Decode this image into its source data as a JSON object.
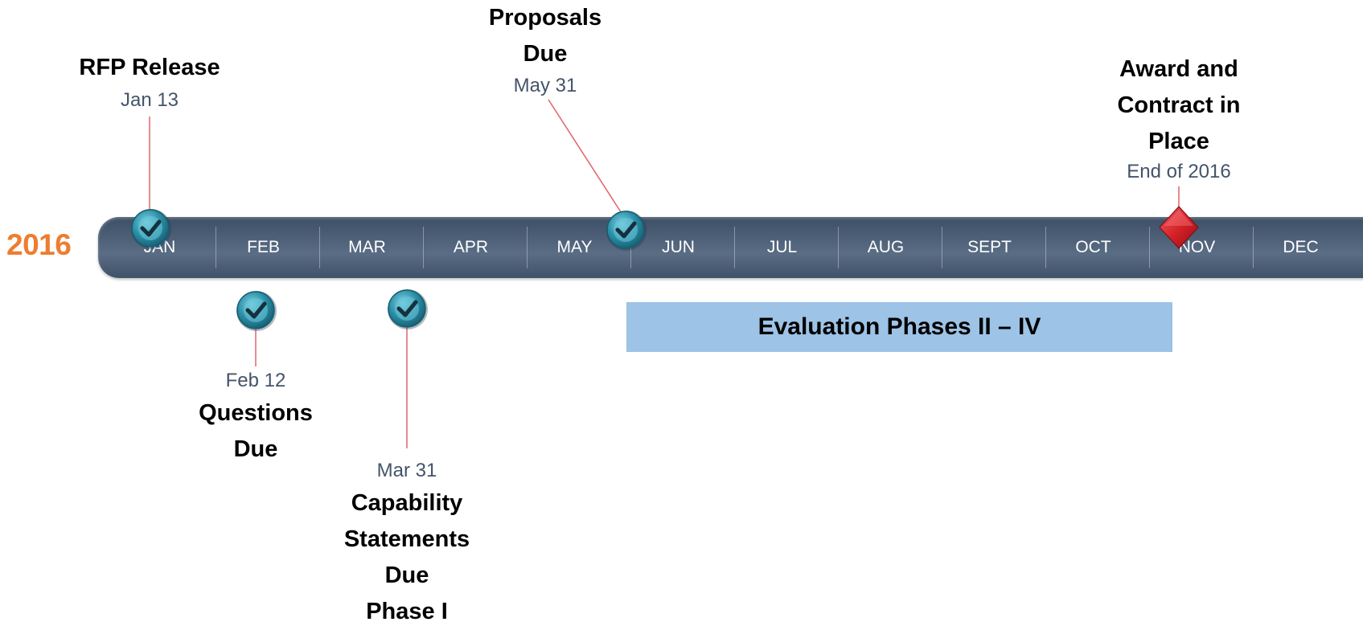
{
  "year_label": "2016",
  "year_color": "#ed7d31",
  "months": [
    "JAN",
    "FEB",
    "MAR",
    "APR",
    "MAY",
    "JUN",
    "JUL",
    "AUG",
    "SEPT",
    "OCT",
    "NOV",
    "DEC"
  ],
  "milestones": {
    "rfp_release": {
      "title": "RFP Release",
      "date": "Jan 13",
      "marker": "check-icon"
    },
    "questions_due": {
      "title": "Questions\nDue",
      "date": "Feb 12",
      "marker": "check-icon"
    },
    "capability_statements_due": {
      "title": "Capability\nStatements\nDue\nPhase I",
      "date": "Mar 31",
      "marker": "check-icon"
    },
    "proposals_due": {
      "title": "Proposals\nDue",
      "date": "May 31",
      "marker": "check-icon"
    },
    "award_contract": {
      "title": "Award and\nContract in\nPlace",
      "date": "End of 2016",
      "marker": "diamond-icon"
    }
  },
  "phase_bar": {
    "label": "Evaluation Phases II – IV",
    "color": "#9dc3e6"
  },
  "colors": {
    "connector": "#e0656a",
    "check_marker": "#2a8fa6",
    "diamond": "#d21f26",
    "date_text": "#44546a"
  }
}
